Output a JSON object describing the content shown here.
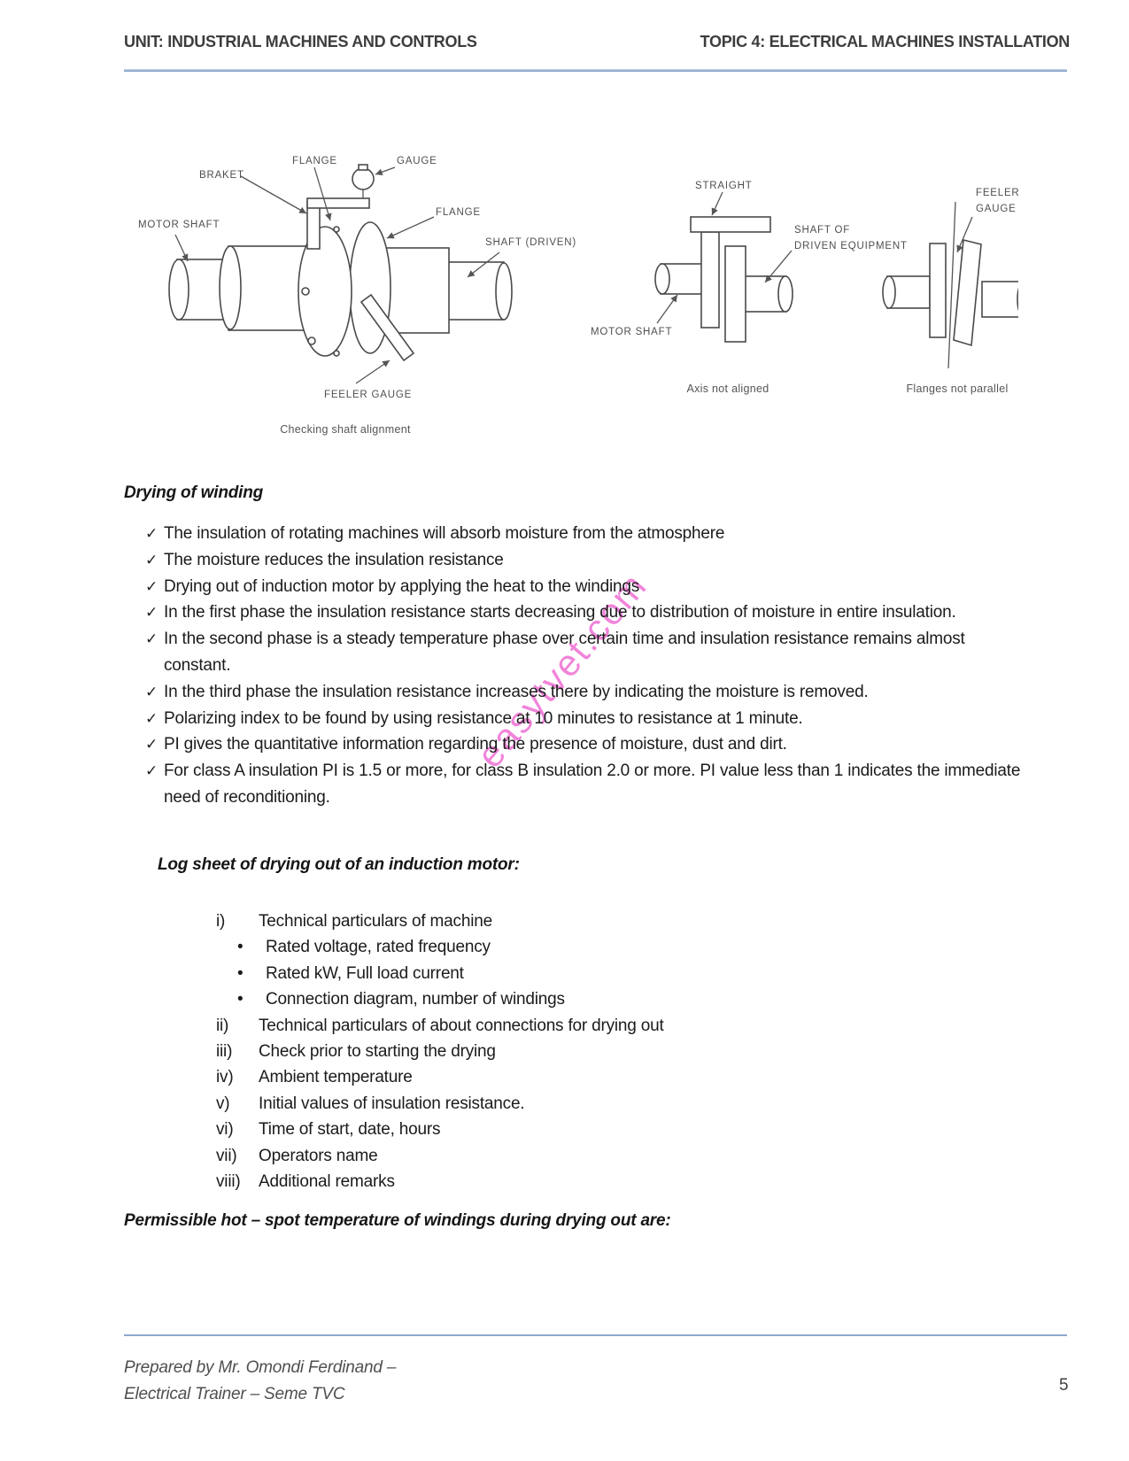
{
  "header": {
    "unit_title": "UNIT: INDUSTRIAL MACHINES AND CONTROLS",
    "topic_title": "TOPIC 4: ELECTRICAL MACHINES INSTALLATION"
  },
  "colors": {
    "rule_accent": "#7b99c1",
    "watermark_pink": "#ee6ad2"
  },
  "icons": {
    "check": "✓",
    "bullet": "•"
  },
  "figure": {
    "left_diagram": {
      "label_braket": "BRAKET",
      "label_flange_top": "FLANGE",
      "label_gauge": "GAUGE",
      "label_flange_right": "FLANGE",
      "label_motor_shaft": "MOTOR SHAFT",
      "label_shaft_driven": "SHAFT (DRIVEN)",
      "label_feeler_gauge": "FEELER GAUGE",
      "caption": "Checking shaft alignment"
    },
    "middle_diagram": {
      "label_straight": "STRAIGHT",
      "label_shaft_of": "SHAFT OF",
      "label_driven_equipment": "DRIVEN EQUIPMENT",
      "label_motor_shaft": "MOTOR SHAFT",
      "caption": "Axis not aligned"
    },
    "right_diagram": {
      "label_feeler": "FEELER",
      "label_gauge": "GAUGE",
      "caption": "Flanges not parallel"
    }
  },
  "sections": {
    "drying_heading": "Drying of winding",
    "drying_bullets": [
      "The insulation of rotating machines will absorb moisture from the atmosphere",
      "The moisture reduces the insulation resistance",
      "Drying out of induction motor by applying the heat to the windings",
      "In the first phase the insulation resistance starts decreasing due to distribution of moisture in entire insulation.",
      "In the second phase is a steady temperature phase over certain time and insulation resistance remains almost constant.",
      "In the third phase the insulation resistance increases there by indicating the moisture is removed.",
      "Polarizing index to be found by using resistance at 10 minutes to resistance at 1 minute.",
      "PI gives the quantitative information regarding the presence of moisture, dust and dirt.",
      "For class A insulation PI is 1.5 or more, for class B insulation 2.0 or more. PI value less than 1 indicates the immediate need of reconditioning."
    ],
    "log_heading": "Log sheet of drying out of an induction motor:",
    "log_items": [
      {
        "marker": "i)",
        "text": "Technical particulars of machine"
      },
      {
        "marker": "•",
        "text": "Rated voltage, rated frequency"
      },
      {
        "marker": "•",
        "text": "Rated kW, Full load current"
      },
      {
        "marker": "•",
        "text": "Connection diagram, number of windings"
      },
      {
        "marker": "ii)",
        "text": "Technical particulars of about connections for drying out"
      },
      {
        "marker": "iii)",
        "text": "Check prior to starting the drying"
      },
      {
        "marker": "iv)",
        "text": "Ambient temperature"
      },
      {
        "marker": "v)",
        "text": "Initial values of insulation resistance."
      },
      {
        "marker": "vi)",
        "text": "Time of start, date, hours"
      },
      {
        "marker": "vii)",
        "text": "Operators name"
      },
      {
        "marker": "viii)",
        "text": "Additional remarks"
      }
    ],
    "permissible_heading": "Permissible hot – spot temperature of windings during drying out are:"
  },
  "watermark": {
    "text": "easytvet.com"
  },
  "footer": {
    "line1": "Prepared by Mr. Omondi Ferdinand –",
    "line2": "Electrical Trainer – Seme TVC",
    "page_number": "5"
  }
}
